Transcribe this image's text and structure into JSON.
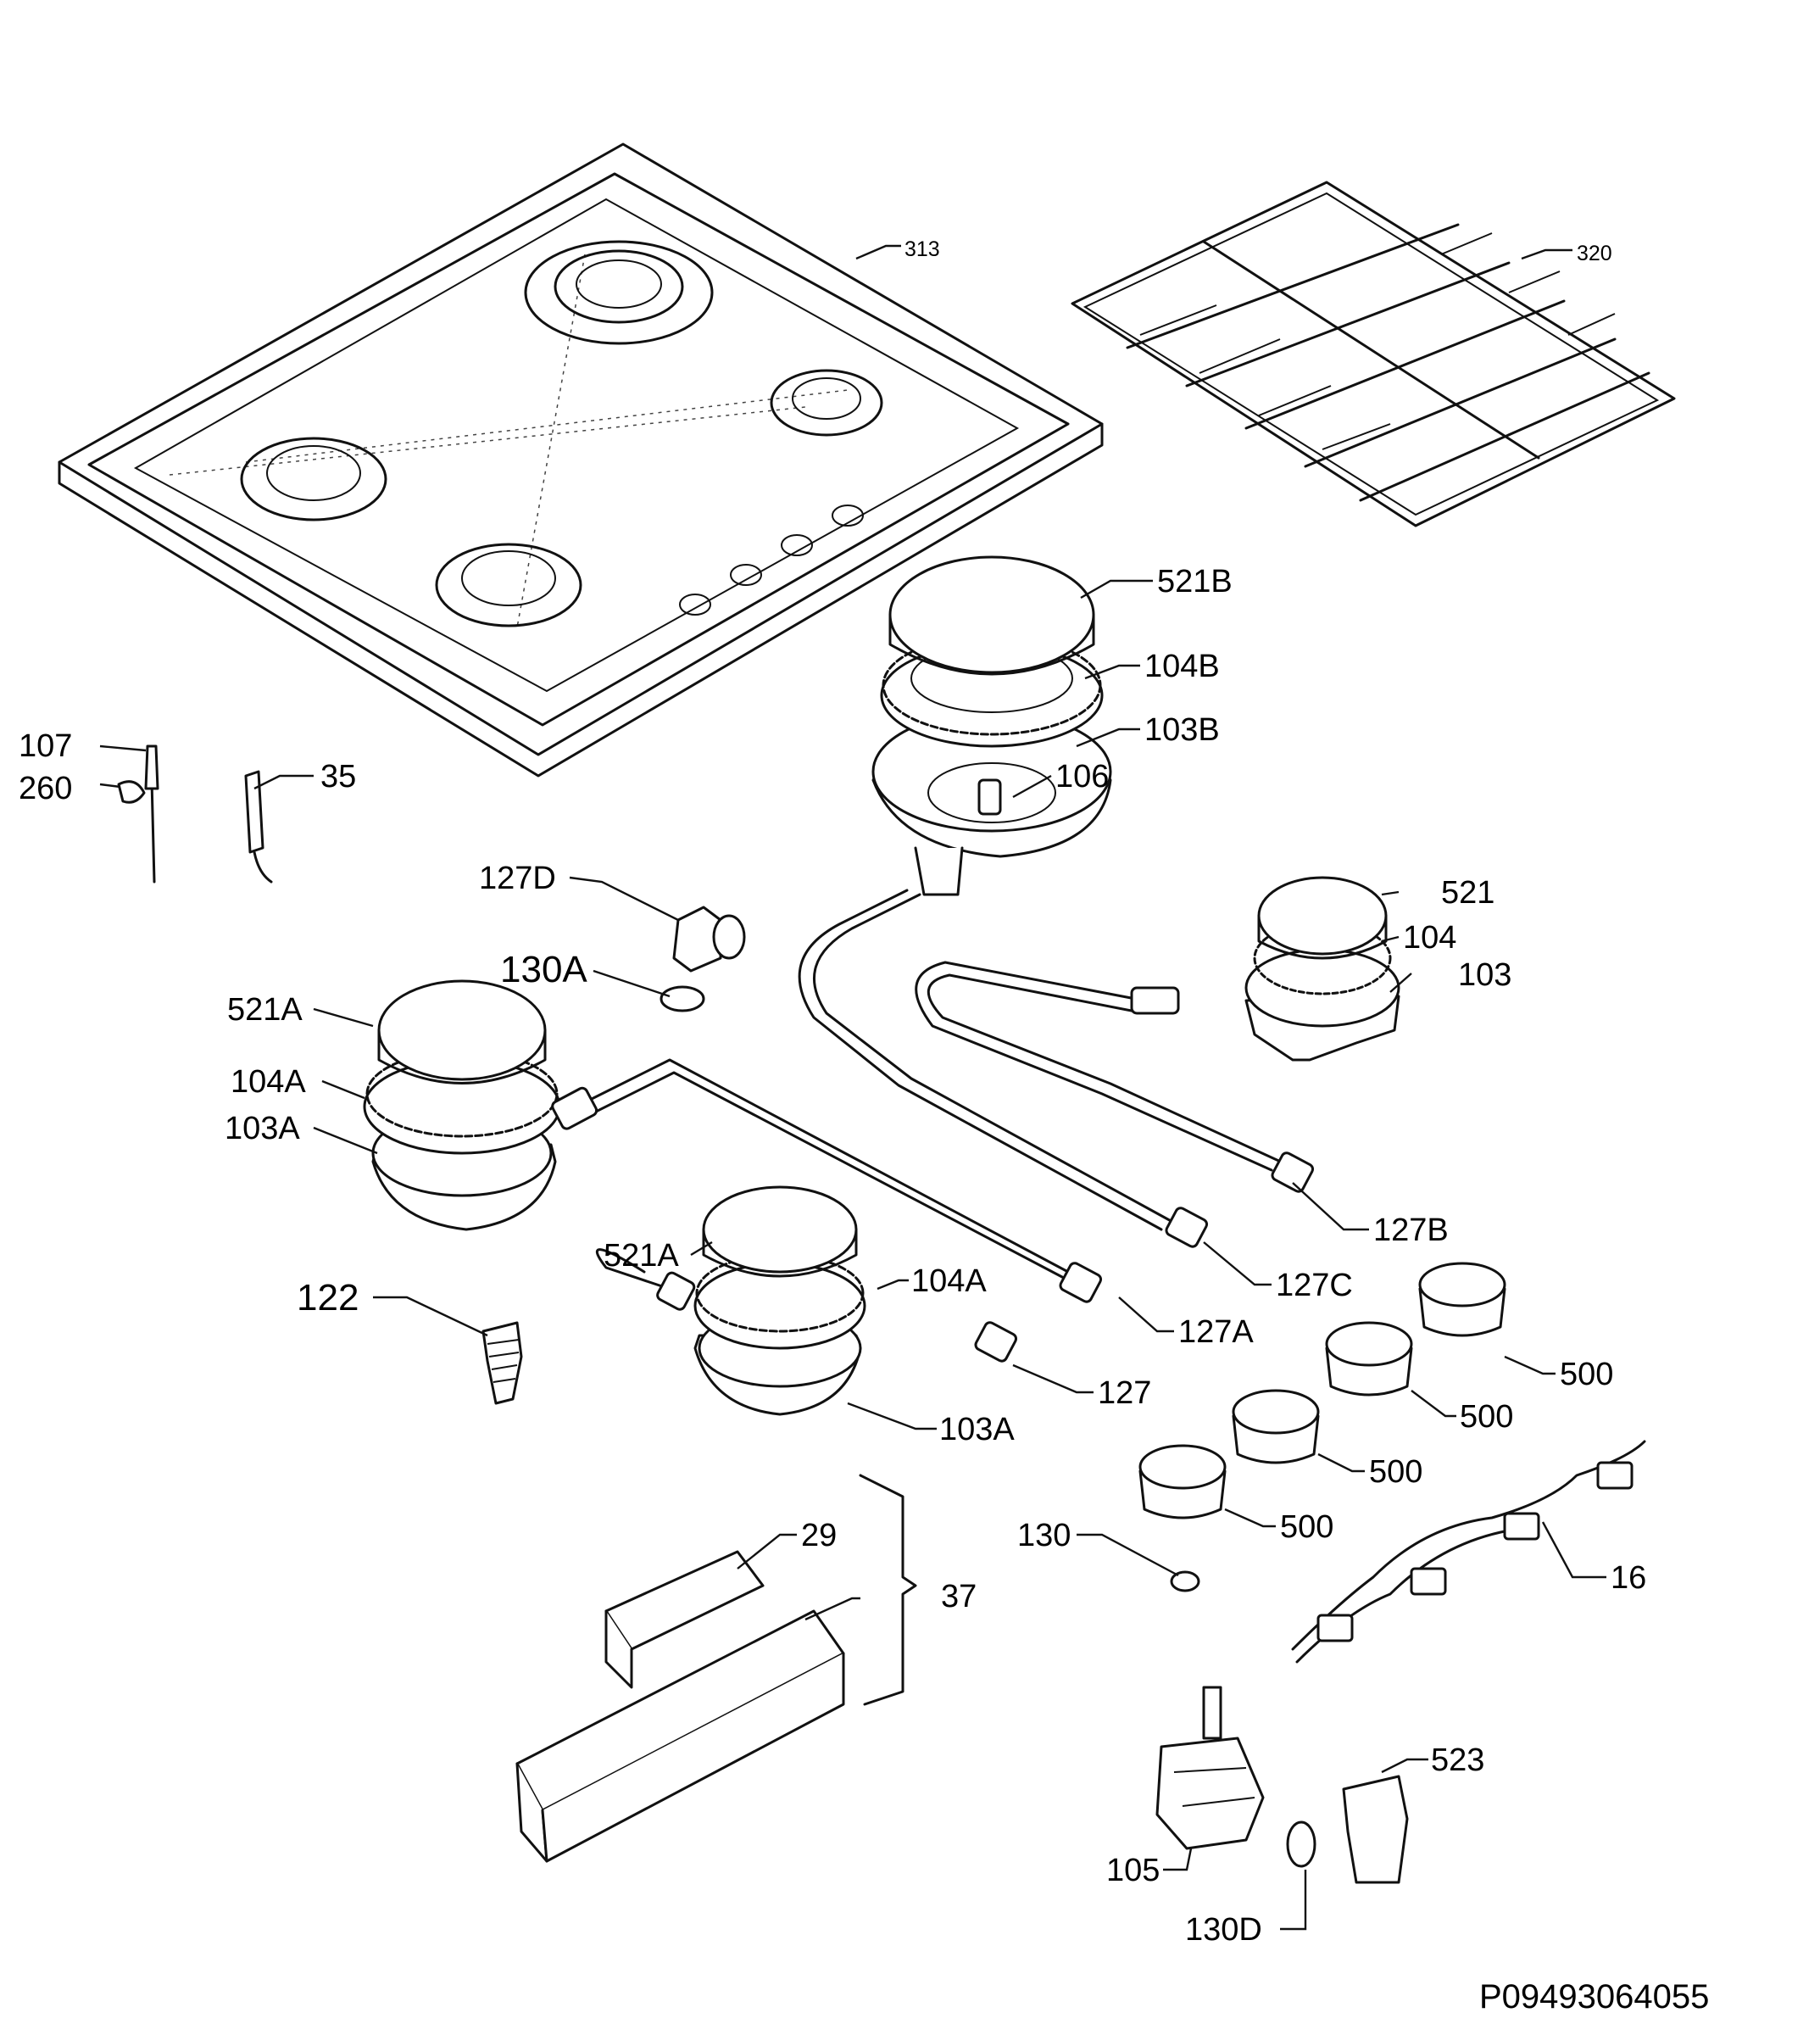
{
  "diagram": {
    "code": "P09493064055",
    "labels": {
      "l313": "313",
      "l320": "320",
      "l521B": "521B",
      "l104B": "104B",
      "l103B": "103B",
      "l106": "106",
      "l107": "107",
      "l260": "260",
      "l35": "35",
      "l127D": "127D",
      "l130A": "130A",
      "l521": "521",
      "l104": "104",
      "l103": "103",
      "l521A_1": "521A",
      "l104A_1": "104A",
      "l103A_1": "103A",
      "l521A_2": "521A",
      "l104A_2": "104A",
      "l103A_2": "103A",
      "l122": "122",
      "l127": "127",
      "l127A": "127A",
      "l127B": "127B",
      "l127C": "127C",
      "l500_1": "500",
      "l500_2": "500",
      "l500_3": "500",
      "l500_4": "500",
      "l16": "16",
      "l29": "29",
      "l37": "37",
      "l130": "130",
      "l105": "105",
      "l523": "523",
      "l130D": "130D"
    }
  }
}
